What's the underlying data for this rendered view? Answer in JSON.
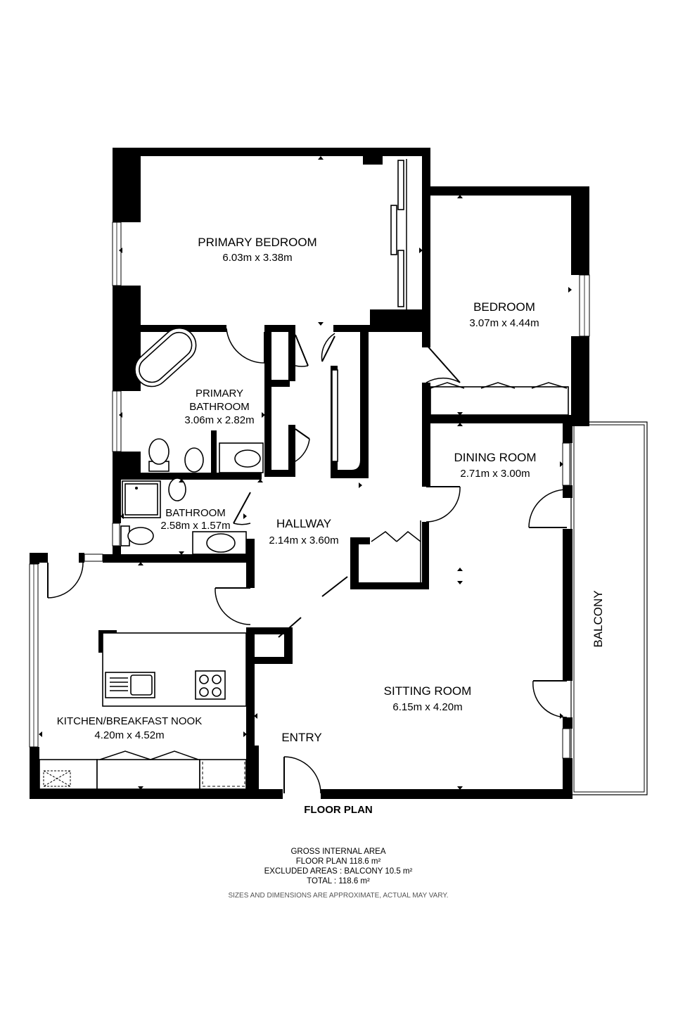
{
  "rooms": {
    "primary_bedroom": {
      "name": "PRIMARY BEDROOM",
      "dims": "6.03m x 3.38m"
    },
    "bedroom": {
      "name": "BEDROOM",
      "dims": "3.07m x 4.44m"
    },
    "primary_bathroom": {
      "line1": "PRIMARY",
      "line2": "BATHROOM",
      "dims": "3.06m x 2.82m"
    },
    "dining_room": {
      "name": "DINING ROOM",
      "dims": "2.71m x 3.00m"
    },
    "bathroom": {
      "name": "BATHROOM",
      "dims": "2.58m x 1.57m"
    },
    "hallway": {
      "name": "HALLWAY",
      "dims": "2.14m x 3.60m"
    },
    "balcony": {
      "name": "BALCONY"
    },
    "sitting_room": {
      "name": "SITTING ROOM",
      "dims": "6.15m x 4.20m"
    },
    "kitchen": {
      "name": "KITCHEN/BREAKFAST NOOK",
      "dims": "4.20m x 4.52m"
    },
    "entry": {
      "name": "ENTRY"
    }
  },
  "plan_title": "FLOOR PLAN",
  "area_summary": {
    "heading": "GROSS INTERNAL AREA",
    "floor_plan": "FLOOR PLAN 118.6 m²",
    "excluded": "EXCLUDED AREAS :  BALCONY 10.5 m²",
    "total": "TOTAL :  118.6 m²"
  },
  "disclaimer": "SIZES AND DIMENSIONS ARE APPROXIMATE, ACTUAL MAY VARY."
}
